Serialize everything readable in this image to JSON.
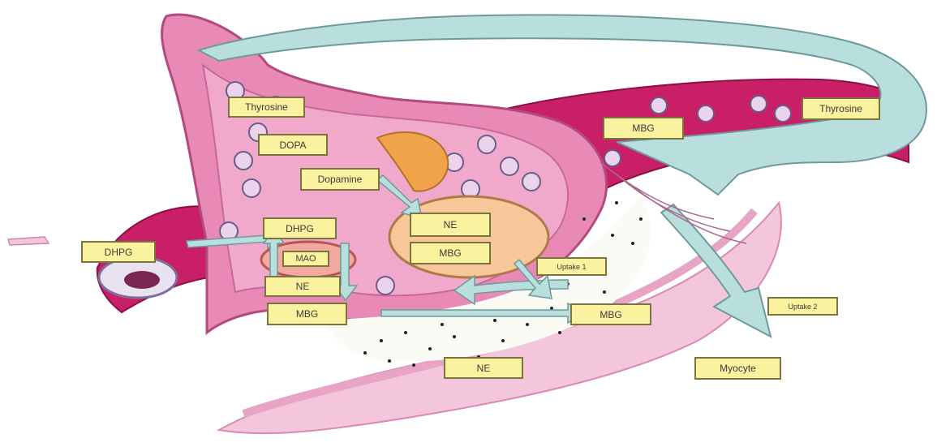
{
  "labels": {
    "thyrosine_left": "Thyrosine",
    "thyrosine_right": "Thyrosine",
    "dopa": "DOPA",
    "dopamine": "Dopamine",
    "dhpg_inner": "DHPG",
    "dhpg_outer": "DHPG",
    "ne_vesicle": "NE",
    "mbg_vesicle": "MBG",
    "mao": "MAO",
    "ne_cytoplasm": "NE",
    "mbg_cytoplasm": "MBG",
    "mbg_top": "MBG",
    "uptake1": "Uptake 1",
    "mbg_cleft": "MBG",
    "uptake2": "Uptake 2",
    "ne_cleft": "NE",
    "myocyte": "Myocyte"
  },
  "colors": {
    "neuron_pink": "#e98ab6",
    "vessel_magenta": "#c81f66",
    "pale_pink": "#f6c4dc",
    "arrow_fill": "#b8dede",
    "arrow_stroke": "#6e9a9a",
    "label_fill": "#fbf2a0"
  }
}
